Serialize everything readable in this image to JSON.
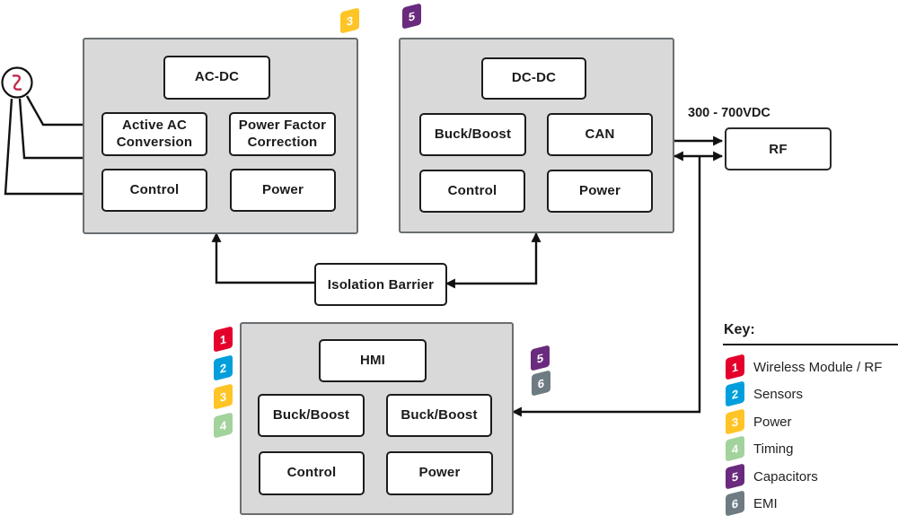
{
  "colors": {
    "wireless_rf_red": "#E4002B",
    "sensors_blue": "#009FDB",
    "power_yellow": "#FFC425",
    "timing_green": "#A3D39C",
    "capacitors_purple": "#6A2A7D",
    "emi_gray": "#6E7B83",
    "block_fill": "#D9D9D9",
    "block_border": "#6A6E71",
    "ac_sine_red": "#C2294B"
  },
  "blocks": {
    "acdc": {
      "badge_num": "3",
      "title": "AC-DC",
      "cells": [
        "Active AC Conversion",
        "Power Factor Correction",
        "Control",
        "Power"
      ]
    },
    "dcdc": {
      "badge_num": "5",
      "title": "DC-DC",
      "cells": [
        "Buck/Boost",
        "CAN",
        "Control",
        "Power"
      ]
    },
    "hmi": {
      "left_badge_nums": [
        "1",
        "2",
        "3",
        "4"
      ],
      "right_badge_nums": [
        "5",
        "6"
      ],
      "title": "HMI",
      "cells": [
        "Buck/Boost",
        "Buck/Boost",
        "Control",
        "Power"
      ]
    }
  },
  "rf": {
    "voltage_label": "300 - 700VDC",
    "label": "RF"
  },
  "isolation_barrier": {
    "label": "Isolation Barrier"
  },
  "key": {
    "title": "Key:",
    "items": [
      {
        "num": "1",
        "label": "Wireless Module / RF",
        "color": "#E4002B"
      },
      {
        "num": "2",
        "label": "Sensors",
        "color": "#009FDB"
      },
      {
        "num": "3",
        "label": "Power",
        "color": "#FFC425"
      },
      {
        "num": "4",
        "label": "Timing",
        "color": "#A3D39C"
      },
      {
        "num": "5",
        "label": "Capacitors",
        "color": "#6A2A7D"
      },
      {
        "num": "6",
        "label": "EMI",
        "color": "#6E7B83"
      }
    ]
  }
}
